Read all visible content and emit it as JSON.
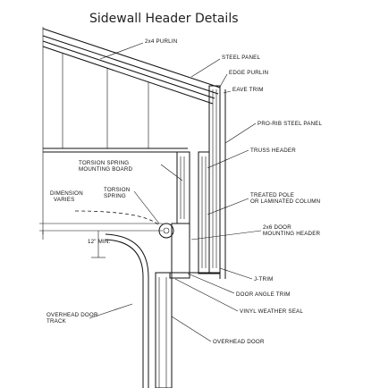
{
  "title": "Sidewall Header Details",
  "labels": {
    "purlin": "2x4 PURLIN",
    "steel_panel": "STEEL PANEL",
    "edge_purlin": "EDGE PURLIN",
    "eave_trim": "EAVE TRIM",
    "pro_rib": "PRO-RIB STEEL PANEL",
    "truss_header": "TRUSS HEADER",
    "torsion_board_1": "TORSION SPRING",
    "torsion_board_2": "MOUNTING BOARD",
    "dimension_1": "DIMENSION",
    "dimension_2": "VARIES",
    "torsion_spring_1": "TORSION",
    "torsion_spring_2": "SPRING",
    "treated_pole_1": "TREATED POLE",
    "treated_pole_2": "OR LAMINATED COLUMN",
    "door_header_1": "2x6 DOOR",
    "door_header_2": "MOUNTING HEADER",
    "min_12": "12\" MIN.",
    "j_trim": "J-TRIM",
    "door_angle_trim": "DOOR ANGLE TRIM",
    "vinyl_seal": "VINYL WEATHER SEAL",
    "track_1": "OVERHEAD DOOR",
    "track_2": "TRACK",
    "overhead_door": "OVERHEAD DOOR"
  }
}
